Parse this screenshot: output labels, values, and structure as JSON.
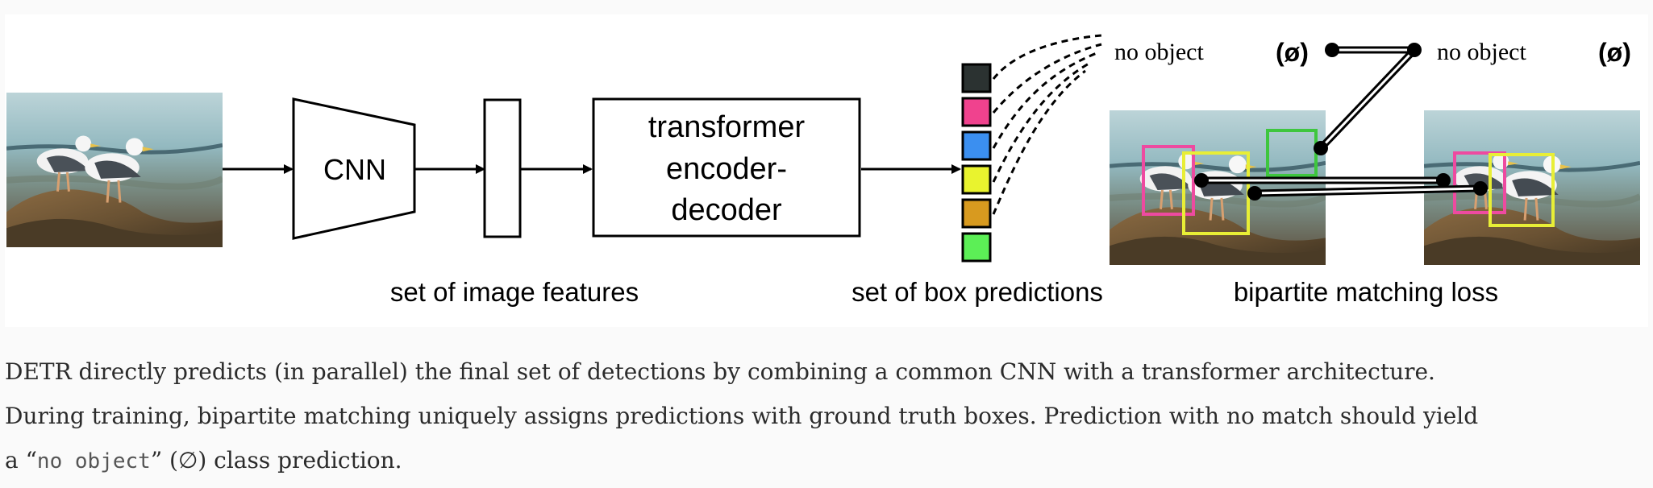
{
  "diagram": {
    "cnn_label": "CNN",
    "transformer_label": [
      "transformer",
      "encoder-",
      "decoder"
    ],
    "image_features_label": "set of image features",
    "box_predictions_label": "set of box predictions",
    "matching_loss_label": "bipartite matching loss",
    "no_object_left": "no object",
    "no_object_right": "no object",
    "empty_set_left": "(ø)",
    "empty_set_right": "(ø)",
    "prediction_colors": [
      "#2b3231",
      "#f0428e",
      "#3b8ff0",
      "#e9f32e",
      "#d89a1f",
      "#5cef56"
    ],
    "box_colors": {
      "pink": "#ee4aa0",
      "yellow": "#e8ee36",
      "green": "#3ec63e"
    }
  },
  "caption": {
    "line1": "DETR directly predicts (in parallel) the final set of detections by combining a common CNN with a transformer architecture.",
    "line2": "During training, bipartite matching uniquely assigns predictions with ground truth boxes. Prediction with no match should yield",
    "line3_prefix": "a “",
    "line3_code": "no object",
    "line3_suffix": "” (∅) class prediction."
  }
}
